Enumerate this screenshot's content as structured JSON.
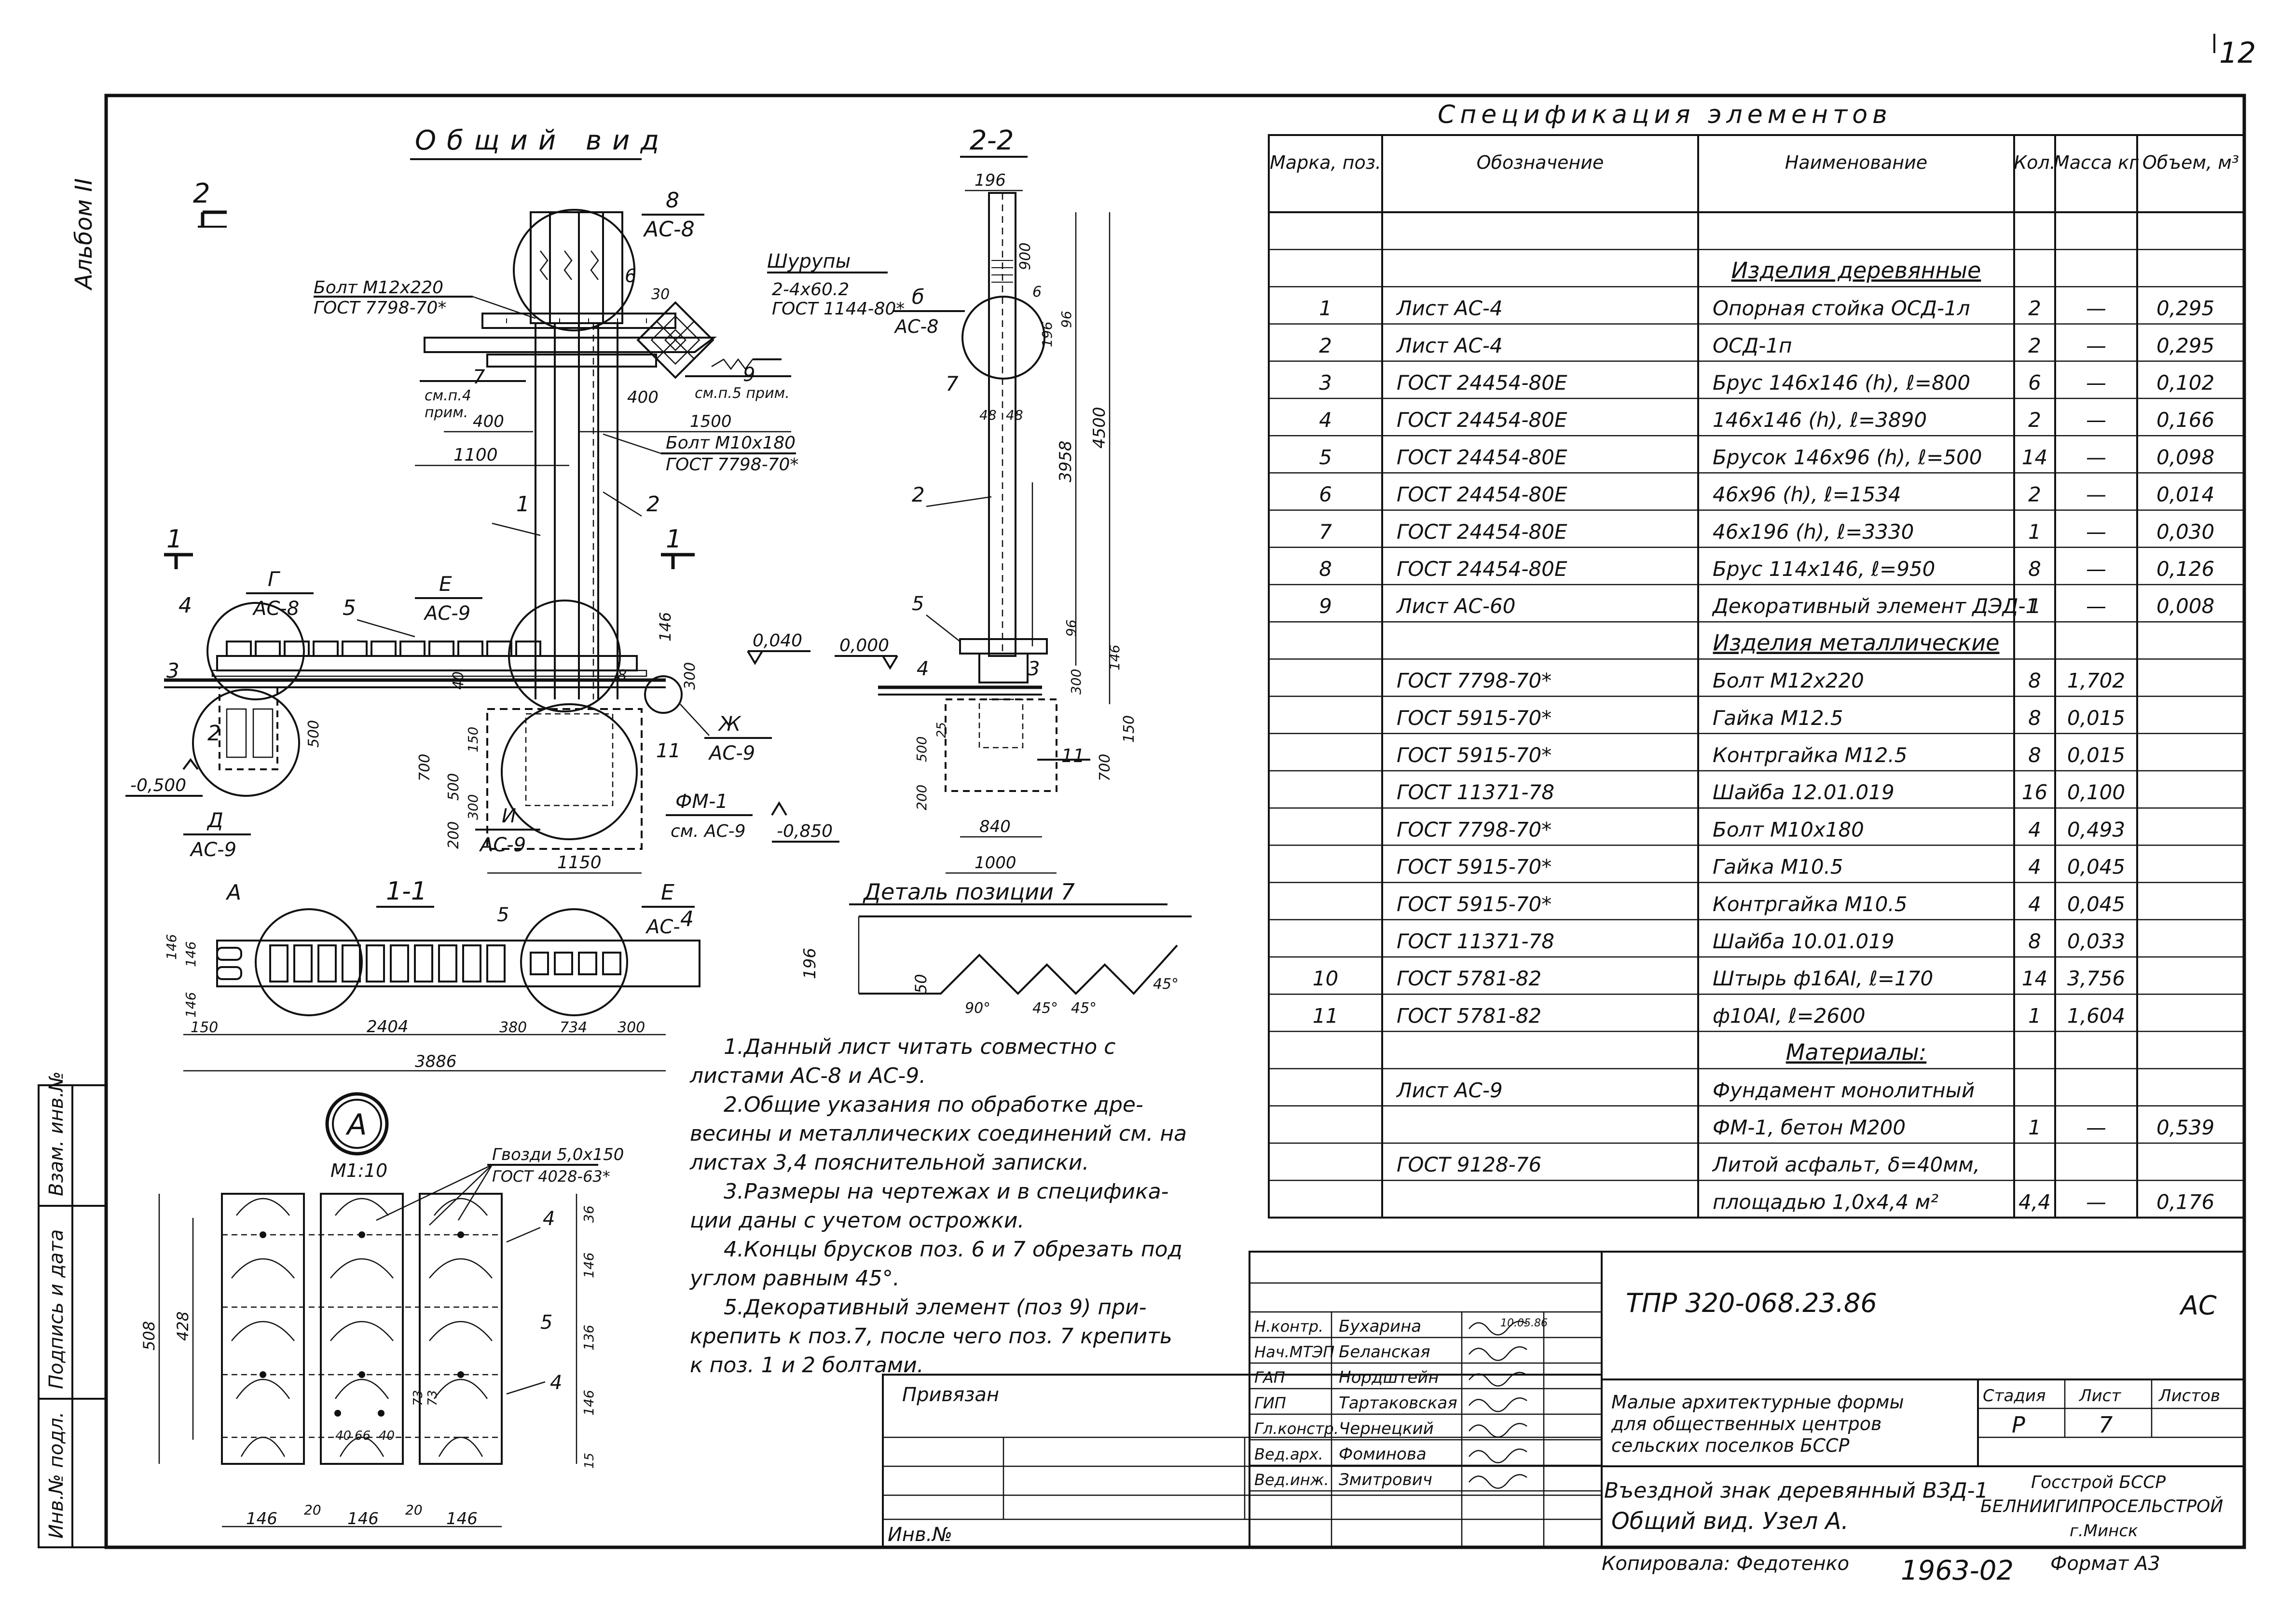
{
  "page_number": "12",
  "album_label": "Альбом II",
  "general_view": {
    "title": "Общий вид",
    "section_mark_top": "2",
    "callouts": {
      "c8": "8",
      "c8_ref": "АС-8",
      "bolt1": "Болт М12х220",
      "bolt1_std": "ГОСТ 7798-70*",
      "screws": "Шурупы",
      "screws_spec": "2-4х60.2",
      "screws_std": "ГОСТ 1144-80*",
      "c6": "6",
      "c30": "30",
      "c7": "7",
      "note_p4": "см.п.4",
      "note_p4b": "прим.",
      "d400a": "400",
      "c9": "9",
      "note_p5": "см.п.5 прим.",
      "d400b": "400",
      "d1500": "1500",
      "bolt2": "Болт М10х180",
      "bolt2_std": "ГОСТ 7798-70*",
      "d1100": "1100",
      "c2": "2",
      "c1": "1",
      "sec1l": "1",
      "sec1r": "1",
      "g": "Г",
      "g_ref": "АС-8",
      "e": "Е",
      "e_ref": "АС-9",
      "c4": "4",
      "c5": "5",
      "c3": "3",
      "d146": "146",
      "lvl040": "0,040",
      "d300": "300",
      "d40": "40",
      "d8": "8",
      "zh": "Ж",
      "zh_ref": "АС-9",
      "c11": "11",
      "lvl500": "-0,500",
      "d_ref": "Д",
      "d_ref2": "АС-9",
      "d500": "500",
      "c2b": "2",
      "d700": "700",
      "d500b": "500",
      "d150a": "150",
      "d200": "200",
      "d300b": "300",
      "i": "И",
      "i_ref": "АС-9",
      "fm": "ФМ-1",
      "fm_ref": "см. АС-9",
      "lvl850": "-0,850",
      "d1150": "1150"
    }
  },
  "section_2_2": {
    "title": "2-2",
    "d196": "196",
    "d900": "900",
    "d96": "96",
    "d196b": "196",
    "b": "б",
    "b_ref": "АС-8",
    "c6": "6",
    "c7": "7",
    "d48a": "48",
    "d48b": "48",
    "d3958": "3958",
    "d4500": "4500",
    "c2": "2",
    "c5": "5",
    "c4": "4",
    "c3": "3",
    "lvl000": "0,000",
    "d96b": "96",
    "d146": "146",
    "d300": "300",
    "d500": "500",
    "d25": "25",
    "d200": "200",
    "d700": "700",
    "d150": "150",
    "c11": "11",
    "d840": "840",
    "d1000": "1000"
  },
  "detail7": {
    "title": "Деталь позиции 7",
    "d196": "196",
    "d50": "50",
    "a90": "90°",
    "a45a": "45°",
    "a45b": "45°",
    "a45c": "45°"
  },
  "section_1_1": {
    "title": "1-1",
    "a": "А",
    "e": "Е",
    "e_ref": "АС-",
    "c4": "4",
    "c5": "5",
    "d146a": "146",
    "d146b": "146",
    "d146c": "146",
    "d150": "150",
    "d2404": "2404",
    "d380": "380",
    "d734": "734",
    "d300": "300",
    "d3886": "3886"
  },
  "detail_a": {
    "mark": "А",
    "scale": "М1:10",
    "nails": "Гвозди 5,0х150",
    "nails_std": "ГОСТ 4028-63*",
    "c4a": "4",
    "c4b": "4",
    "c5": "5",
    "d36": "36",
    "d146a": "146",
    "d136": "136",
    "d146b": "146",
    "d508": "508",
    "d428": "428",
    "d40": "40",
    "d66": "66",
    "d40b": "40",
    "d73": "73",
    "d73b": "73",
    "d15": "15",
    "w146a": "146",
    "w20a": "20",
    "w146b": "146",
    "w20b": "20",
    "w146c": "146"
  },
  "notes": [
    "1.Данный лист читать совместно с",
    "листами АС-8 и АС-9.",
    "2.Общие указания по обработке дре-",
    "весины и металлических соединений см. на",
    "листах 3,4 пояснительной записки.",
    "3.Размеры на чертежах и в специфика-",
    "ции даны с учетом острожки.",
    "4.Концы брусков поз. 6 и 7 обрезать под",
    "углом равным 45°.",
    "5.Декоративный элемент (поз 9) при-",
    "крепить к поз.7, после чего поз. 7 крепить",
    "к поз. 1 и 2 болтами."
  ],
  "spec": {
    "title": "Спецификация элементов",
    "headers": [
      "Марка, поз.",
      "Обозначение",
      "Наименование",
      "Кол.",
      "Масса кг",
      "Объем, м³"
    ],
    "rows": [
      {
        "pos": "",
        "code": "",
        "name": "",
        "qty": "",
        "mass": "",
        "vol": ""
      },
      {
        "pos": "",
        "code": "",
        "name": "Изделия деревянные",
        "qty": "",
        "mass": "",
        "vol": ""
      },
      {
        "pos": "1",
        "code": "Лист АС-4",
        "name": "Опорная стойка ОСД-1л",
        "qty": "2",
        "mass": "—",
        "vol": "0,295"
      },
      {
        "pos": "2",
        "code": "Лист АС-4",
        "name": "ОСД-1п",
        "qty": "2",
        "mass": "—",
        "vol": "0,295"
      },
      {
        "pos": "3",
        "code": "ГОСТ 24454-80Е",
        "name": "Брус 146х146 (h), ℓ=800",
        "qty": "6",
        "mass": "—",
        "vol": "0,102"
      },
      {
        "pos": "4",
        "code": "ГОСТ 24454-80Е",
        "name": "146х146 (h), ℓ=3890",
        "qty": "2",
        "mass": "—",
        "vol": "0,166"
      },
      {
        "pos": "5",
        "code": "ГОСТ 24454-80Е",
        "name": "Брусок 146х96 (h), ℓ=500",
        "qty": "14",
        "mass": "—",
        "vol": "0,098"
      },
      {
        "pos": "6",
        "code": "ГОСТ 24454-80Е",
        "name": "46х96 (h), ℓ=1534",
        "qty": "2",
        "mass": "—",
        "vol": "0,014"
      },
      {
        "pos": "7",
        "code": "ГОСТ 24454-80Е",
        "name": "46х196 (h), ℓ=3330",
        "qty": "1",
        "mass": "—",
        "vol": "0,030"
      },
      {
        "pos": "8",
        "code": "ГОСТ 24454-80Е",
        "name": "Брус 114х146, ℓ=950",
        "qty": "8",
        "mass": "—",
        "vol": "0,126"
      },
      {
        "pos": "9",
        "code": "Лист АС-60",
        "name": "Декоративный элемент ДЭД-1",
        "qty": "1",
        "mass": "—",
        "vol": "0,008"
      },
      {
        "pos": "",
        "code": "",
        "name": "Изделия металлические",
        "qty": "",
        "mass": "",
        "vol": ""
      },
      {
        "pos": "",
        "code": "ГОСТ 7798-70*",
        "name": "Болт М12х220",
        "qty": "8",
        "mass": "1,702",
        "vol": ""
      },
      {
        "pos": "",
        "code": "ГОСТ 5915-70*",
        "name": "Гайка М12.5",
        "qty": "8",
        "mass": "0,015",
        "vol": ""
      },
      {
        "pos": "",
        "code": "ГОСТ 5915-70*",
        "name": "Контргайка М12.5",
        "qty": "8",
        "mass": "0,015",
        "vol": ""
      },
      {
        "pos": "",
        "code": "ГОСТ 11371-78",
        "name": "Шайба 12.01.019",
        "qty": "16",
        "mass": "0,100",
        "vol": ""
      },
      {
        "pos": "",
        "code": "ГОСТ 7798-70*",
        "name": "Болт М10х180",
        "qty": "4",
        "mass": "0,493",
        "vol": ""
      },
      {
        "pos": "",
        "code": "ГОСТ 5915-70*",
        "name": "Гайка М10.5",
        "qty": "4",
        "mass": "0,045",
        "vol": ""
      },
      {
        "pos": "",
        "code": "ГОСТ 5915-70*",
        "name": "Контргайка М10.5",
        "qty": "4",
        "mass": "0,045",
        "vol": ""
      },
      {
        "pos": "",
        "code": "ГОСТ 11371-78",
        "name": "Шайба 10.01.019",
        "qty": "8",
        "mass": "0,033",
        "vol": ""
      },
      {
        "pos": "10",
        "code": "ГОСТ 5781-82",
        "name": "Штырь ф16AI, ℓ=170",
        "qty": "14",
        "mass": "3,756",
        "vol": ""
      },
      {
        "pos": "11",
        "code": "ГОСТ 5781-82",
        "name": "ф10AI, ℓ=2600",
        "qty": "1",
        "mass": "1,604",
        "vol": ""
      },
      {
        "pos": "",
        "code": "",
        "name": "Материалы:",
        "qty": "",
        "mass": "",
        "vol": ""
      },
      {
        "pos": "",
        "code": "Лист АС-9",
        "name": "Фундамент монолитный",
        "qty": "",
        "mass": "",
        "vol": ""
      },
      {
        "pos": "",
        "code": "",
        "name": "ФМ-1, бетон М200",
        "qty": "1",
        "mass": "—",
        "vol": "0,539"
      },
      {
        "pos": "",
        "code": "ГОСТ 9128-76",
        "name": "Литой асфальт, δ=40мм,",
        "qty": "",
        "mass": "",
        "vol": ""
      },
      {
        "pos": "",
        "code": "",
        "name": "площадью 1,0х4,4 м²",
        "qty": "4,4",
        "mass": "—",
        "vol": "0,176"
      }
    ]
  },
  "title_block": {
    "doc_code": "ТПР 320-068.23.86",
    "sheet_code": "АС",
    "roles": [
      "Н.контр.",
      "Нач.МТЭП",
      "ГАП",
      "ГИП",
      "Гл.констр.",
      "Вед.арх.",
      "Вед.инж."
    ],
    "names": [
      "Бухарина",
      "Беланская",
      "Нордштейн",
      "Тартаковская",
      "Чернецкий",
      "Фоминова",
      "Змитрович"
    ],
    "date": "10.05.86",
    "project": [
      "Малые архитектурные формы",
      "для общественных центров",
      "сельских поселков БССР"
    ],
    "sheet_title": [
      "Въездной знак деревянный ВЗД-1",
      "Общий вид. Узел А."
    ],
    "stage_label": "Стадия",
    "sheet_label": "Лист",
    "sheets_label": "Листов",
    "stage": "Р",
    "sheet": "7",
    "org": [
      "Госстрой БССР",
      "БЕЛНИИГИПРОСЕЛЬСТРОЙ",
      "г.Минск"
    ]
  },
  "privyazan": "Привязан",
  "inv_no": "Инв.№",
  "side_labels": [
    "Взам. инв.№",
    "Подпись и дата",
    "Инв.№ подл."
  ],
  "footer": {
    "copied": "Копировала: Федотенко",
    "number": "1963-02",
    "format": "Формат А3"
  }
}
